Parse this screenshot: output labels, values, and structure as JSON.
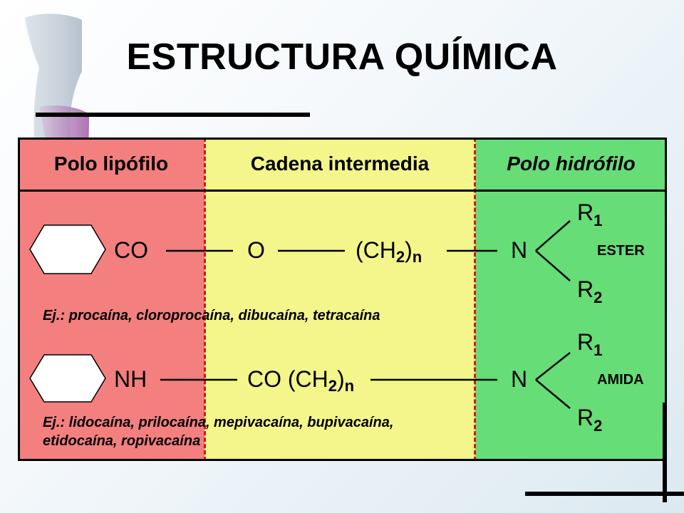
{
  "title": "ESTRUCTURA QUÍMICA",
  "columns": {
    "lipophilic": "Polo lipófilo",
    "chain": "Cadena intermedia",
    "hydrophilic": "Polo hidrófilo"
  },
  "ester": {
    "left_group": "CO",
    "link": "O",
    "chain_base": "(CH",
    "chain_sub": "2",
    "chain_close": ")",
    "chain_n": "n",
    "amine": "N",
    "r1": "R",
    "r1_sub": "1",
    "r2": "R",
    "r2_sub": "2",
    "type": "ESTER",
    "examples": "Ej.: procaína, cloroprocaína, dibucaína, tetracaína"
  },
  "amide": {
    "left_group": "NH",
    "chain_base": "CO (CH",
    "chain_sub": "2",
    "chain_close": ")",
    "chain_n": "n",
    "amine": "N",
    "r1": "R",
    "r1_sub": "1",
    "r2": "R",
    "r2_sub": "2",
    "type": "AMIDA",
    "examples_line1": "Ej.: lidocaína, prilocaína, mepivacaína, bupivacaína,",
    "examples_line2": "etidocaína, ropivacaína"
  },
  "colors": {
    "lipophilic_bg": "#f37f7f",
    "chain_bg": "#f4f58a",
    "hydrophilic_bg": "#66dd77",
    "divider": "#d01818"
  }
}
